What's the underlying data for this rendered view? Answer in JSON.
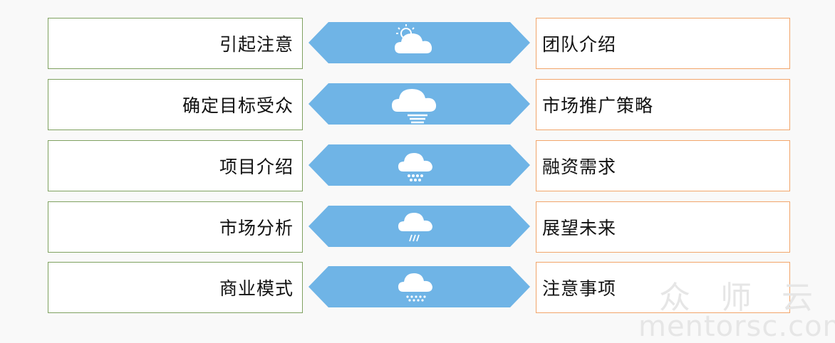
{
  "rows": [
    {
      "left": "引起注意",
      "right": "团队介绍",
      "icon": "sun-cloud-icon"
    },
    {
      "left": "确定目标受众",
      "right": "市场推广策略",
      "icon": "fog-cloud-icon"
    },
    {
      "left": "项目介绍",
      "right": "融资需求",
      "icon": "hail-cloud-icon"
    },
    {
      "left": "市场分析",
      "right": "展望未来",
      "icon": "rain-cloud-icon"
    },
    {
      "left": "商业模式",
      "right": "注意事项",
      "icon": "snow-cloud-icon"
    }
  ],
  "watermark": {
    "cn": "众 师 云",
    "url": "mentorsc.com"
  },
  "colors": {
    "arrow": "#6fb4e6",
    "left_border": "#7fa160",
    "right_border": "#f2a56a"
  }
}
